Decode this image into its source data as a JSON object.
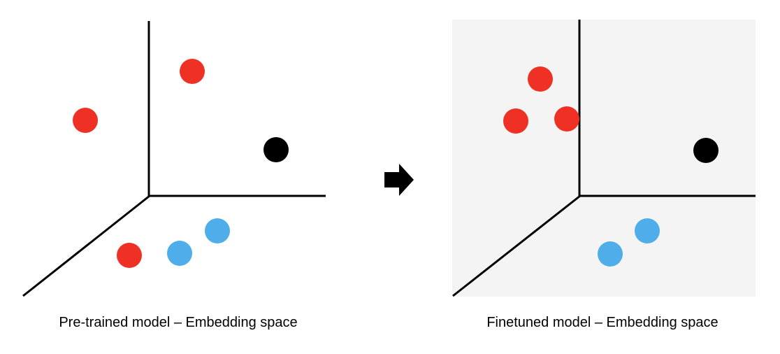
{
  "colors": {
    "red": "#EE3124",
    "blue": "#4FADEA",
    "black": "#000000",
    "panel_bg": "#F4F4F4",
    "axis": "#000000"
  },
  "panels": [
    {
      "id": "pretrained",
      "caption": "Pre-trained model – Embedding space",
      "background": false,
      "points": [
        {
          "color": "red"
        },
        {
          "color": "red"
        },
        {
          "color": "black"
        },
        {
          "color": "blue"
        },
        {
          "color": "blue"
        },
        {
          "color": "red"
        }
      ]
    },
    {
      "id": "finetuned",
      "caption": "Finetuned model – Embedding space",
      "background": true,
      "points": [
        {
          "color": "red"
        },
        {
          "color": "red"
        },
        {
          "color": "red"
        },
        {
          "color": "black"
        },
        {
          "color": "blue"
        },
        {
          "color": "blue"
        }
      ]
    }
  ],
  "arrow_icon": "right-arrow-icon"
}
